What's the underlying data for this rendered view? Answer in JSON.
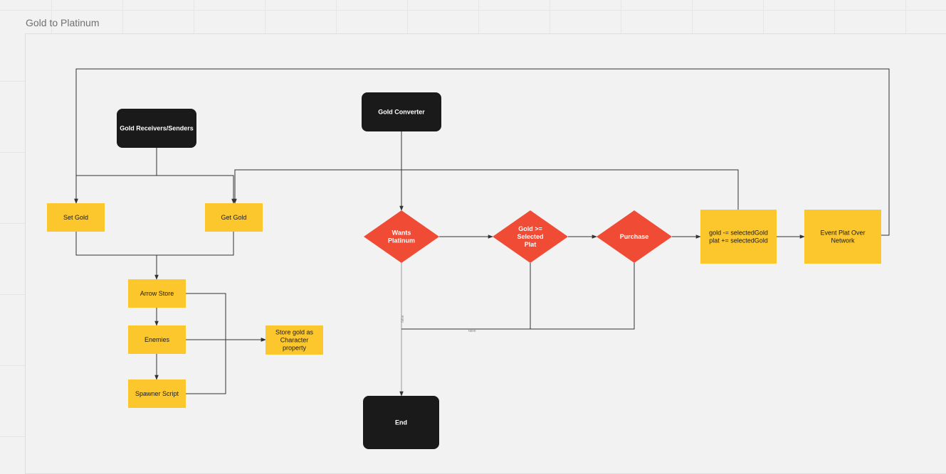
{
  "frame": {
    "title": "Gold to Platinum"
  },
  "colors": {
    "terminal": "#1a1a1a",
    "process": "#fcc72c",
    "decision": "#ef4b35",
    "edge": "#333333",
    "terminal_text": "#ffffff",
    "process_text": "#1a1a1a",
    "decision_text": "#ffffff"
  },
  "nodes": {
    "receivers": {
      "kind": "terminal",
      "lines": [
        "Gold Receivers/Senders"
      ]
    },
    "converter": {
      "kind": "terminal",
      "lines": [
        "Gold Converter"
      ]
    },
    "set_gold": {
      "kind": "process",
      "lines": [
        "Set Gold"
      ]
    },
    "get_gold": {
      "kind": "process",
      "lines": [
        "Get Gold"
      ]
    },
    "arrow_store": {
      "kind": "process",
      "lines": [
        "Arrow Store"
      ]
    },
    "enemies": {
      "kind": "process",
      "lines": [
        "Enemies"
      ]
    },
    "spawner": {
      "kind": "process",
      "lines": [
        "Spawner Script"
      ]
    },
    "store_gold": {
      "kind": "process",
      "lines": [
        "Store gold as",
        "Character",
        "property"
      ]
    },
    "wants_plat": {
      "kind": "decision",
      "lines": [
        "Wants",
        "Platinum"
      ]
    },
    "gold_check": {
      "kind": "decision",
      "lines": [
        "Gold >=",
        "Selected",
        "Plat"
      ]
    },
    "purchase": {
      "kind": "decision",
      "lines": [
        "Purchase"
      ]
    },
    "assign": {
      "kind": "process",
      "lines": [
        "gold -= selectedGold",
        "plat += selectedGold"
      ]
    },
    "event_plat": {
      "kind": "process",
      "lines": [
        "Event Plat Over",
        "Network"
      ]
    },
    "end": {
      "kind": "terminal",
      "lines": [
        "End"
      ]
    }
  },
  "edge_labels": {
    "wants_false": "false",
    "check_false": "false"
  }
}
